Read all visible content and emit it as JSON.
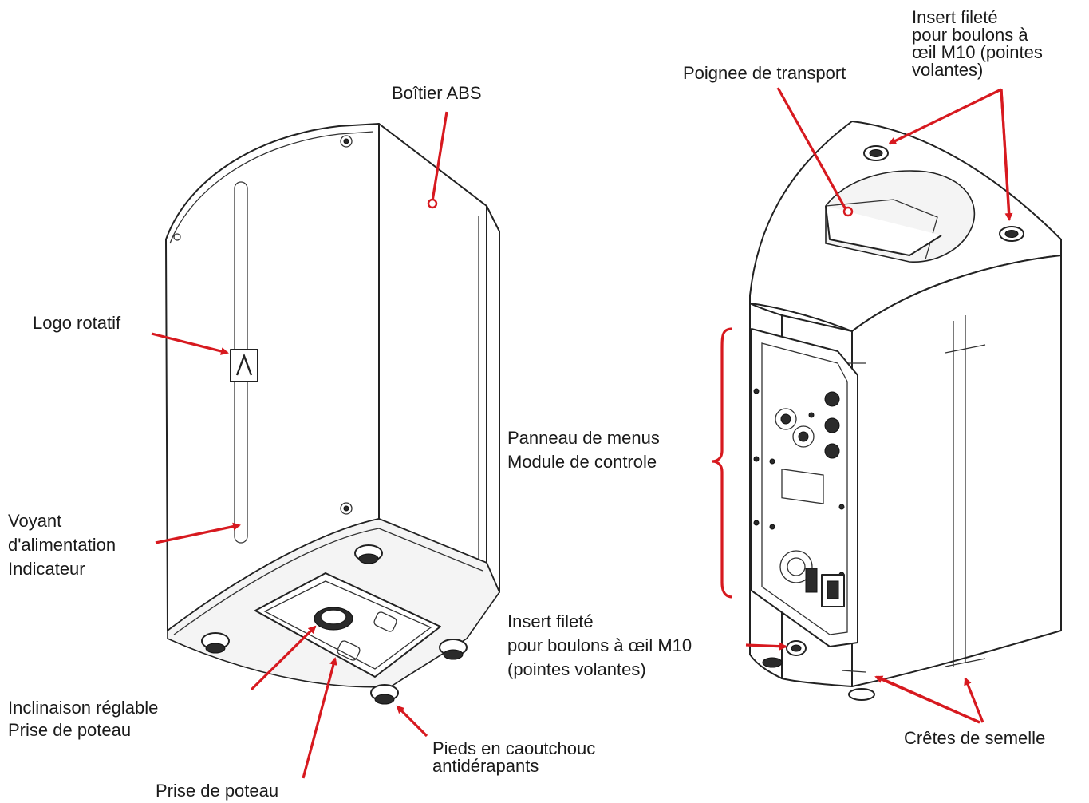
{
  "labels": {
    "boitier": "Boîtier ABS",
    "logo": "Logo rotatif",
    "voyant": "Voyant\nd'alimentation\nIndicateur",
    "inclinaison": "Inclinaison réglable\nPrise de poteau",
    "prise": "Prise de poteau",
    "pieds": "Pieds en caoutchouc\nantidérapants",
    "poignee": "Poignee de transport",
    "insert_top": "Insert fileté\npour boulons à\nœil M10 (pointes\nvolantes)",
    "panneau": "Panneau de menus\nModule de controle",
    "insert_bottom": "Insert fileté\npour boulons à œil M10\n(pointes volantes)",
    "cretes": "Crêtes de semelle"
  },
  "colors": {
    "arrow": "#d7191f",
    "line": "#222222",
    "text": "#1a1a1a"
  }
}
